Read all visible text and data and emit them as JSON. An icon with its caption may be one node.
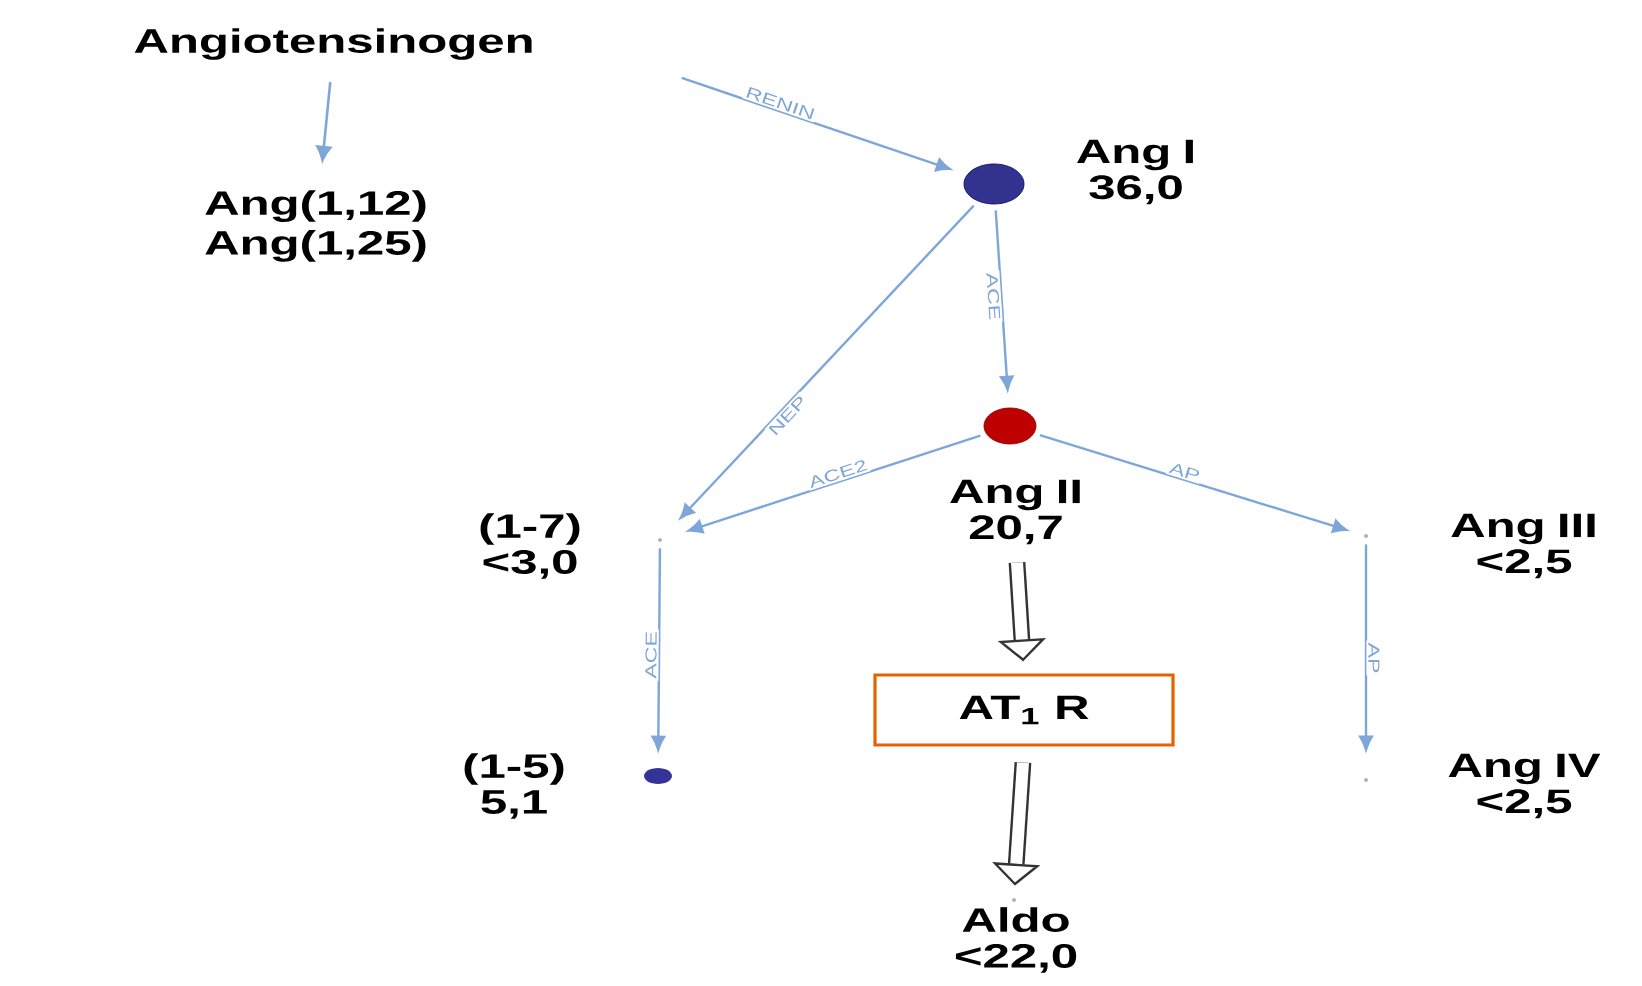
{
  "diagram": {
    "nodes": [
      {
        "text": [
          "Angiotensinogen"
        ]
      },
      {
        "text": [
          "Ang(1,12) Ang(1,25)"
        ]
      },
      {
        "text": [],
        "shape": "circle",
        "beside": [
          "Ang I 36,0"
        ]
      },
      {
        "text": [],
        "shape": "circle",
        "beside": [
          "Ang II 20,7"
        ]
      },
      {
        "text": [],
        "shape": "circle",
        "beside": [
          "(1-7) <3,0"
        ]
      },
      {
        "text": [],
        "shape": "circle",
        "beside": [
          "Ang III <2,5"
        ]
      },
      {
        "text": [],
        "shape": "circle",
        "beside": [
          "(1-5) 5,1"
        ]
      },
      {
        "text": [],
        "shape": "circle",
        "beside": [
          "Ang IV <2,5"
        ]
      },
      {
        "text": [
          "AT$_{1}$ R"
        ]
      },
      {
        "text": [],
        "shape": "circle",
        "beside": [
          "Aldo <22,0"
        ]
      }
    ],
    "edges": [
      {
        "from": 0,
        "to": 1,
        "arrow": "to"
      },
      {
        "from": null,
        "to": 2,
        "arrow": "to",
        "label": "RENIN"
      },
      {
        "from": 2,
        "to": 3,
        "arrow": "to",
        "label": "ACE"
      },
      {
        "from": 2,
        "to": 4,
        "arrow": "to",
        "label": "NEP"
      },
      {
        "from": 3,
        "to": 4,
        "arrow": "to",
        "label": "ACE2"
      },
      {
        "from": 3,
        "to": 5,
        "arrow": "to",
        "label": "AP"
      },
      {
        "from": 4,
        "to": 6,
        "arrow": "to",
        "label": "ACE"
      },
      {
        "from": 5,
        "to": 7,
        "arrow": "to",
        "label": "AP"
      },
      {
        "from": 3,
        "to": 8,
        "arrow": "to",
        "style": "thick",
        "color": "#333333"
      },
      {
        "from": 8,
        "to": 9,
        "arrow": "to",
        "style": "thick",
        "color": "#333333"
      }
    ]
  }
}
